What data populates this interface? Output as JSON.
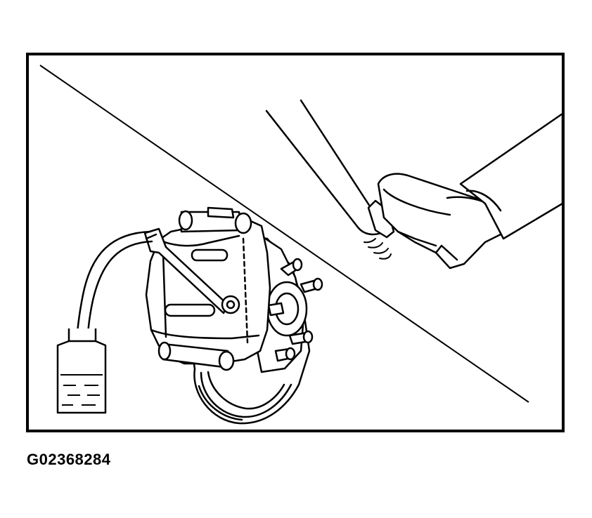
{
  "figure": {
    "id_label": "G02368284",
    "icons": {
      "frame": "frame-border",
      "divider": "diagonal-divider-line",
      "caliper": "brake-caliper-icon",
      "rotor": "brake-rotor-icon",
      "wrench": "wrench-icon",
      "hose": "bleeder-hose-icon",
      "container": "fluid-container-icon",
      "pedal": "brake-pedal-icon",
      "foot": "foot-on-pedal-icon"
    },
    "colors": {
      "line": "#000000",
      "background": "#ffffff"
    }
  }
}
